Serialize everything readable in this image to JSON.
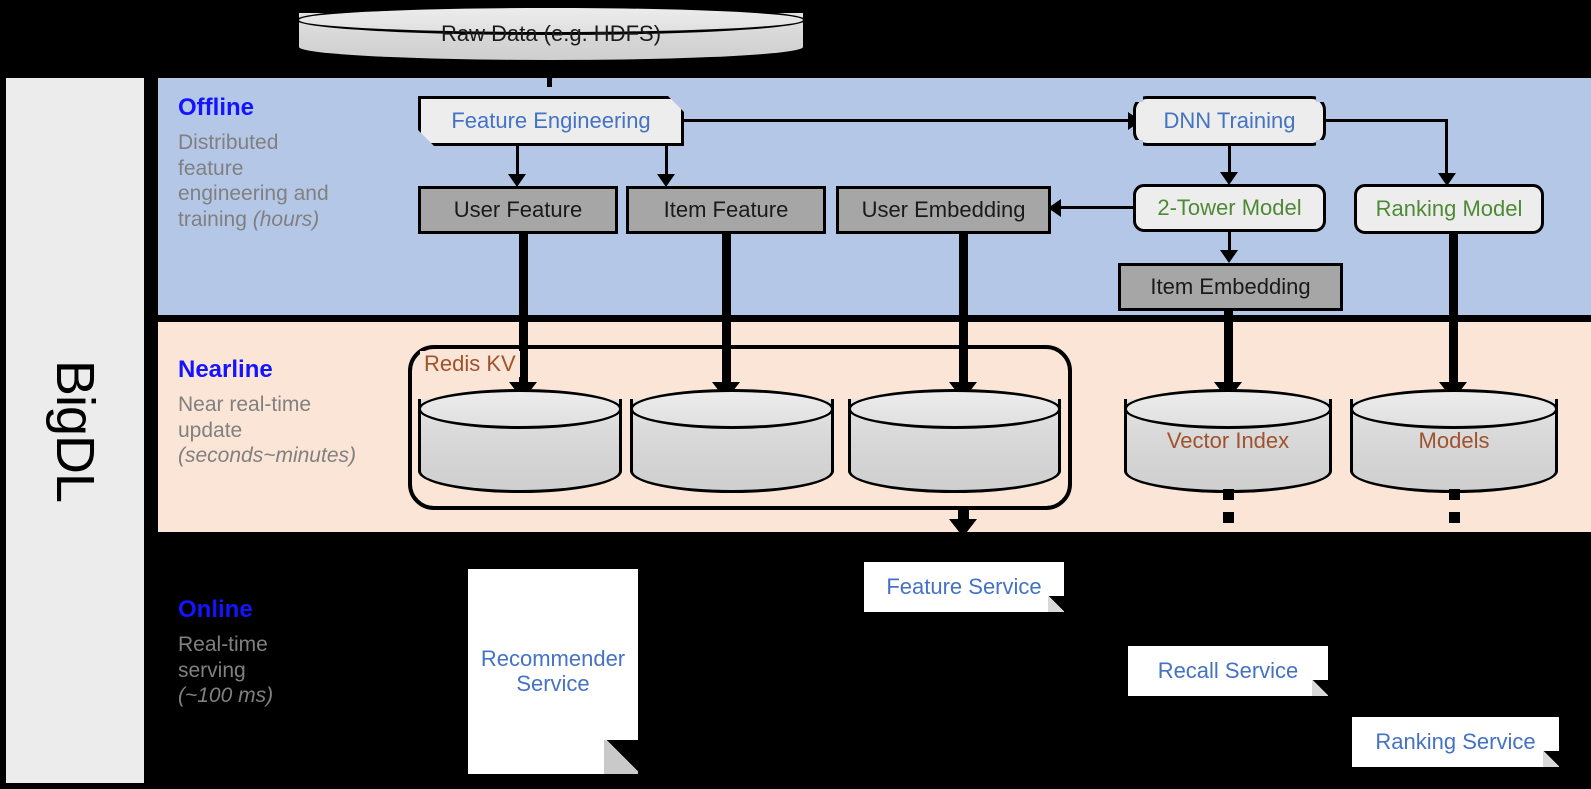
{
  "platform": {
    "name": "BigDL"
  },
  "bands": [
    {
      "id": "offline",
      "title": "Offline",
      "subtitle": "Distributed feature engineering and ",
      "subtitle_italic": "(hours)"
    },
    {
      "id": "nearline",
      "title": "Nearline",
      "subtitle": "Near real-time update ",
      "subtitle_italic": "(seconds~minutes)"
    },
    {
      "id": "online",
      "title": "Online",
      "subtitle": "Real-time serving ",
      "subtitle_italic": "(~100 ms)"
    }
  ],
  "offline_band": {
    "title": "Offline",
    "line1": "Distributed",
    "line2": "feature",
    "line3": "engineering and",
    "line4": "training ",
    "line4_italic": "(hours)"
  },
  "nearline_band": {
    "title": "Nearline",
    "line1": "Near real-time",
    "line2": "update",
    "line3_italic": "(seconds~minutes)"
  },
  "online_band": {
    "title": "Online",
    "line1": "Real-time",
    "line2": "serving",
    "line3_italic": "(~100 ms)"
  },
  "nodes": {
    "raw_data": "Raw Data (e.g. HDFS)",
    "feature_engineering": "Feature Engineering",
    "dnn_training": "DNN Training",
    "user_feature": "User Feature",
    "item_feature": "Item Feature",
    "user_embedding": "User Embedding",
    "two_tower_model": "2-Tower Model",
    "ranking_model": "Ranking Model",
    "item_embedding": "Item Embedding",
    "redis_kv": "Redis KV",
    "vector_index": "Vector Index",
    "models": "Models",
    "feature_service": "Feature Service",
    "recommender_service_l1": "Recommender",
    "recommender_service_l2": "Service",
    "recall_service": "Recall Service",
    "ranking_service": "Ranking Service"
  },
  "colors": {
    "offline_band_bg": "#b4c7e7",
    "nearline_band_bg": "#fbe5d6",
    "online_band_bg": "#000000",
    "band_title": "#1414ff",
    "band_subtitle": "#808080",
    "process_text": "#4472c4",
    "model_text": "#4e8a36",
    "store_text": "#a0522d",
    "data_box_bg": "#a6a6a6",
    "sidebar_bg": "#ececec"
  }
}
